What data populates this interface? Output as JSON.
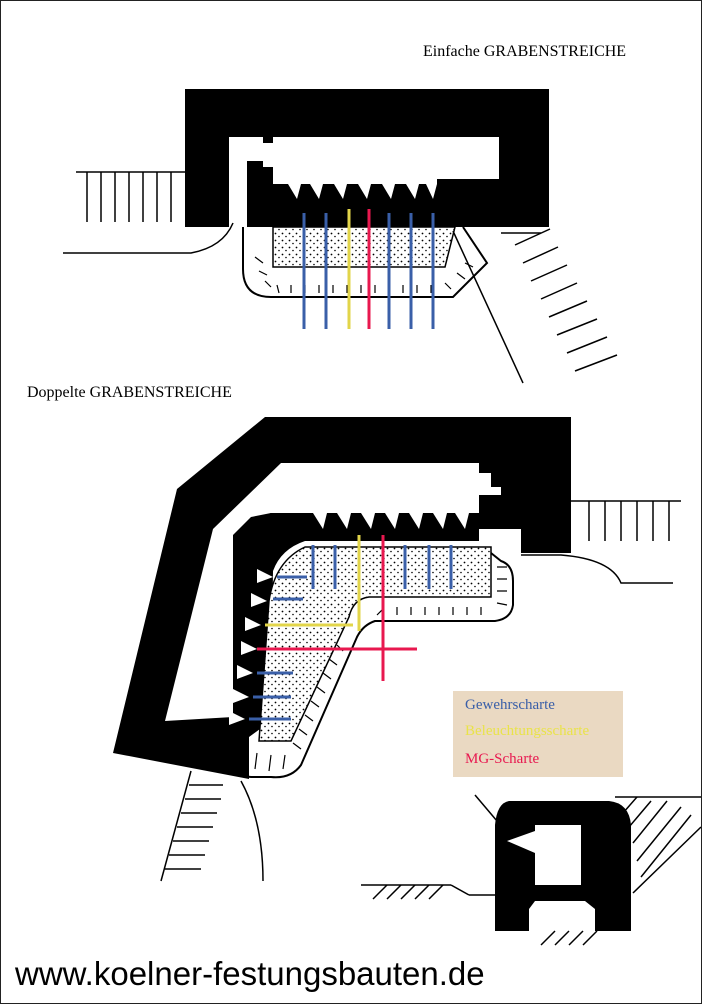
{
  "titles": {
    "simple": "Einfache  GRABENSTREICHE",
    "double": "Doppelte  GRABENSTREICHE"
  },
  "legend": {
    "items": [
      {
        "label": "Gewehrscharte",
        "color": "#3a5fa8"
      },
      {
        "label": "Beleuchtungsscharte",
        "color": "#e9e34a"
      },
      {
        "label": "MG-Scharte",
        "color": "#e8184f"
      }
    ]
  },
  "footer": {
    "url": "www.koelner-festungsbauten.de"
  },
  "colors": {
    "rifle": "#3a5fa8",
    "light": "#e2d54a",
    "mg": "#e8184f",
    "wall": "#000000",
    "legend_bg": "#ead9c2"
  }
}
